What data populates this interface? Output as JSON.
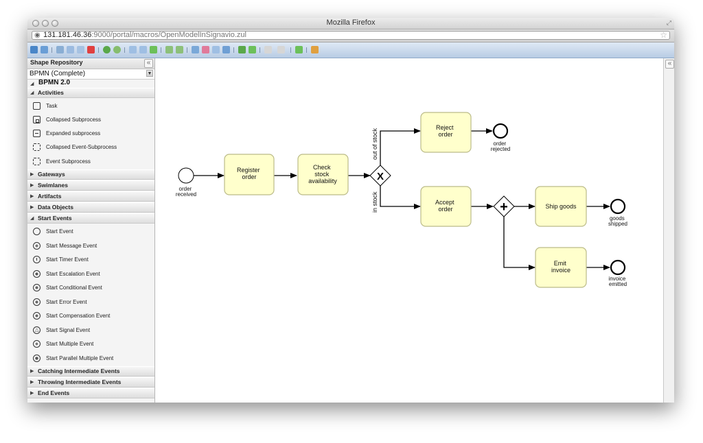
{
  "window": {
    "title": "Mozilla Firefox"
  },
  "urlbar": {
    "host": "131.181.46.36",
    "rest": ":9000/portal/macros/OpenModelInSignavio.zul"
  },
  "sidebar": {
    "title": "Shape Repository",
    "selected_stencil": "BPMN (Complete)",
    "root_label": "BPMN 2.0",
    "categories": {
      "activities": "Activities",
      "gateways": "Gateways",
      "swimlanes": "Swimlanes",
      "artifacts": "Artifacts",
      "data_objects": "Data Objects",
      "start_events": "Start Events",
      "catching": "Catching Intermediate Events",
      "throwing": "Throwing Intermediate Events",
      "end_events": "End Events"
    },
    "activity_items": [
      "Task",
      "Collapsed Subprocess",
      "Expanded subprocess",
      "Collapsed Event-Subprocess",
      "Event Subprocess"
    ],
    "start_event_items": [
      "Start Event",
      "Start Message Event",
      "Start Timer Event",
      "Start Escalation Event",
      "Start Conditional Event",
      "Start Error Event",
      "Start Compensation Event",
      "Start Signal Event",
      "Start Multiple Event",
      "Start Parallel Multiple Event"
    ]
  },
  "diagram": {
    "start_event": [
      "order",
      "received"
    ],
    "task_register": [
      "Register",
      "order"
    ],
    "task_check": [
      "Check",
      "stock",
      "availability"
    ],
    "xor_label": "X",
    "flow_out_of_stock": "out of stock",
    "flow_in_stock": "in stock",
    "task_reject": [
      "Reject",
      "order"
    ],
    "end_rejected": [
      "order",
      "rejected"
    ],
    "task_accept": [
      "Accept",
      "order"
    ],
    "and_label": "+",
    "task_ship": [
      "Ship goods"
    ],
    "end_shipped": [
      "goods",
      "shipped"
    ],
    "task_invoice": [
      "Emit",
      "invoice"
    ],
    "end_invoice": [
      "invoice",
      "emitted"
    ]
  },
  "colors": {
    "task_fill": "#ffffcc",
    "task_stroke": "#bbbb88",
    "toolbar": "#b8cce4"
  }
}
